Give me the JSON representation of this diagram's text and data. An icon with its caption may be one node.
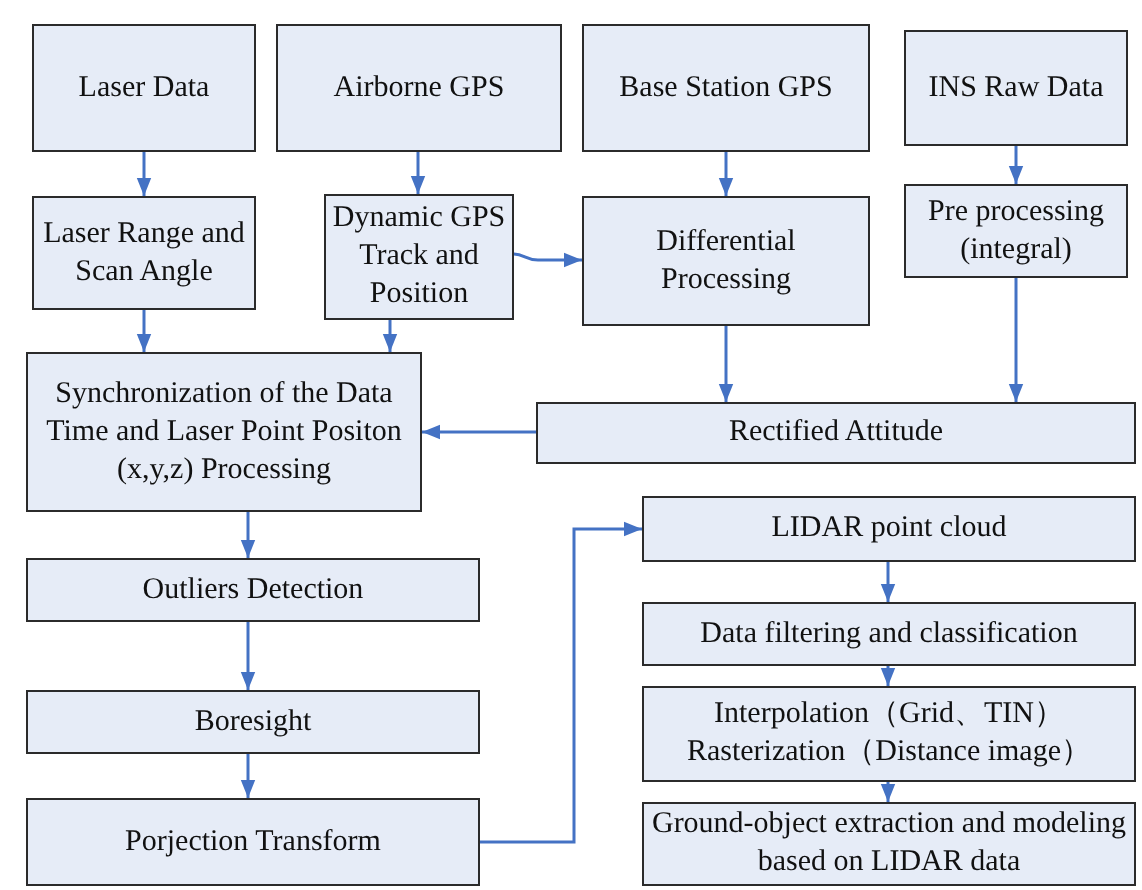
{
  "diagram": {
    "nodes": [
      {
        "text": [
          "Laser Data"
        ]
      },
      {
        "text": [
          "Airborne GPS"
        ]
      },
      {
        "text": [
          "Base Station GPS"
        ]
      },
      {
        "text": [
          "INS Raw Data"
        ]
      },
      {
        "text": [
          "Laser Range and Scan Angle"
        ]
      },
      {
        "text": [
          "Dynamic GPS Track and Position"
        ]
      },
      {
        "text": [
          "Differential Processing"
        ]
      },
      {
        "text": [
          "Pre processing (integral)"
        ]
      },
      {
        "text": [
          "Synchronization of the Data Time and Laser Point Positon (x,y,z) Processing"
        ]
      },
      {
        "text": [
          "Rectified Attitude"
        ]
      },
      {
        "text": [
          "Outliers Detection"
        ]
      },
      {
        "text": [
          "Boresight"
        ]
      },
      {
        "text": [
          "Porjection Transform"
        ]
      },
      {
        "text": [
          "LIDAR point cloud"
        ]
      },
      {
        "text": [
          "Data filtering and classification"
        ]
      },
      {
        "text": [
          "Interpolation（Grid、TIN） Rasterization（Distance image）"
        ]
      },
      {
        "text": [
          "Ground-object extraction and modeling based on LIDAR data"
        ]
      }
    ],
    "edges": [
      {
        "from": 0,
        "to": 4,
        "arrow": "to"
      },
      {
        "from": 4,
        "to": 8,
        "arrow": "to"
      },
      {
        "from": 1,
        "to": 5,
        "arrow": "to"
      },
      {
        "from": 5,
        "to": 8,
        "arrow": "to"
      },
      {
        "from": 5,
        "to": 6,
        "arrow": "to"
      },
      {
        "from": 2,
        "to": 6,
        "arrow": "to"
      },
      {
        "from": 3,
        "to": 7,
        "arrow": "to"
      },
      {
        "from": 6,
        "to": 9,
        "arrow": "to"
      },
      {
        "from": 7,
        "to": 9,
        "arrow": "to"
      },
      {
        "from": 9,
        "to": 8,
        "arrow": "to"
      },
      {
        "from": 8,
        "to": 10,
        "arrow": "to"
      },
      {
        "from": 10,
        "to": 11,
        "arrow": "to"
      },
      {
        "from": 11,
        "to": 12,
        "arrow": "to"
      },
      {
        "from": 12,
        "to": 13,
        "arrow": "to"
      },
      {
        "from": 13,
        "to": 14,
        "arrow": "to"
      },
      {
        "from": 14,
        "to": 15,
        "arrow": "to"
      },
      {
        "from": 15,
        "to": 16,
        "arrow": "to"
      }
    ]
  }
}
